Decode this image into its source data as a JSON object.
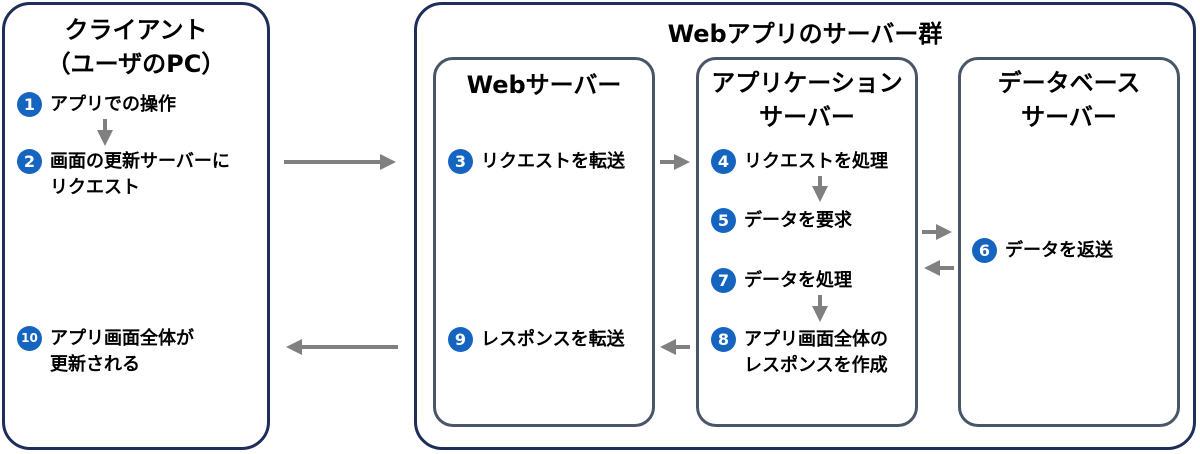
{
  "client": {
    "title": "クライアント\n（ユーザのPC）",
    "steps": [
      {
        "num": "1",
        "text": "アプリでの操作"
      },
      {
        "num": "2",
        "text": "画面の更新サーバーに\nリクエスト"
      },
      {
        "num": "10",
        "text": "アプリ画面全体が\n更新される"
      }
    ]
  },
  "server_group": {
    "title": "Webアプリのサーバー群"
  },
  "web_server": {
    "title": "Webサーバー",
    "steps": [
      {
        "num": "3",
        "text": "リクエストを転送"
      },
      {
        "num": "9",
        "text": "レスポンスを転送"
      }
    ]
  },
  "app_server": {
    "title": "アプリケーション\nサーバー",
    "steps": [
      {
        "num": "4",
        "text": "リクエストを処理"
      },
      {
        "num": "5",
        "text": "データを要求"
      },
      {
        "num": "7",
        "text": "データを処理"
      },
      {
        "num": "8",
        "text": "アプリ画面全体の\nレスポンスを作成"
      }
    ]
  },
  "db_server": {
    "title": "データベース\nサーバー",
    "steps": [
      {
        "num": "6",
        "text": "データを返送"
      }
    ]
  },
  "colors": {
    "badge": "#1565c0",
    "outer_border": "#1f2d5a",
    "inner_border": "#4a5568",
    "arrow": "#808080"
  }
}
